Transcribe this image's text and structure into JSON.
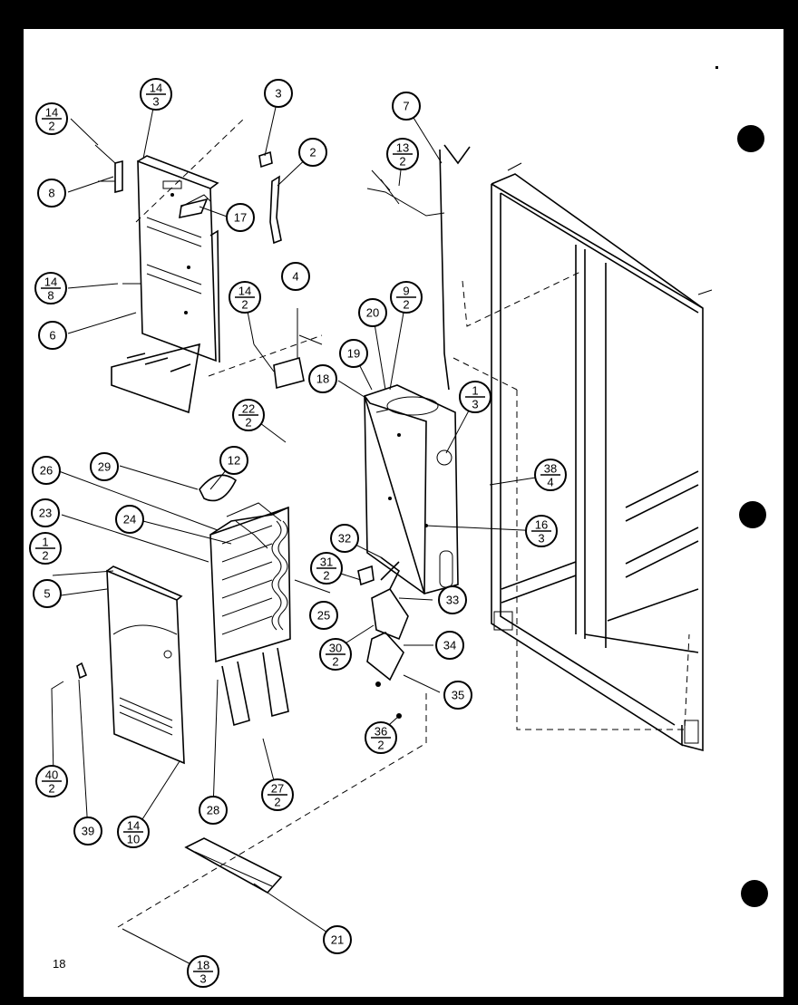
{
  "page_number": "18",
  "callouts": [
    {
      "id": "c-14-3",
      "top": "14",
      "bottom": "3"
    },
    {
      "id": "c-3",
      "top": "3"
    },
    {
      "id": "c-2",
      "top": "2"
    },
    {
      "id": "c-7",
      "top": "7"
    },
    {
      "id": "c-14-2a",
      "top": "14",
      "bottom": "2"
    },
    {
      "id": "c-13-2",
      "top": "13",
      "bottom": "2"
    },
    {
      "id": "c-8",
      "top": "8"
    },
    {
      "id": "c-17",
      "top": "17"
    },
    {
      "id": "c-14-8",
      "top": "14",
      "bottom": "8"
    },
    {
      "id": "c-4",
      "top": "4"
    },
    {
      "id": "c-14-2b",
      "top": "14",
      "bottom": "2"
    },
    {
      "id": "c-9-2",
      "top": "9",
      "bottom": "2"
    },
    {
      "id": "c-20",
      "top": "20"
    },
    {
      "id": "c-6",
      "top": "6"
    },
    {
      "id": "c-19",
      "top": "19"
    },
    {
      "id": "c-18",
      "top": "18"
    },
    {
      "id": "c-1-3",
      "top": "1",
      "bottom": "3"
    },
    {
      "id": "c-22-2",
      "top": "22",
      "bottom": "2"
    },
    {
      "id": "c-12",
      "top": "12"
    },
    {
      "id": "c-29",
      "top": "29"
    },
    {
      "id": "c-26",
      "top": "26"
    },
    {
      "id": "c-38-4",
      "top": "38",
      "bottom": "4"
    },
    {
      "id": "c-23",
      "top": "23"
    },
    {
      "id": "c-24",
      "top": "24"
    },
    {
      "id": "c-16-3",
      "top": "16",
      "bottom": "3"
    },
    {
      "id": "c-1-2",
      "top": "1",
      "bottom": "2"
    },
    {
      "id": "c-32",
      "top": "32"
    },
    {
      "id": "c-31-2",
      "top": "31",
      "bottom": "2"
    },
    {
      "id": "c-5",
      "top": "5"
    },
    {
      "id": "c-33",
      "top": "33"
    },
    {
      "id": "c-25",
      "top": "25"
    },
    {
      "id": "c-30-2",
      "top": "30",
      "bottom": "2"
    },
    {
      "id": "c-34",
      "top": "34"
    },
    {
      "id": "c-35",
      "top": "35"
    },
    {
      "id": "c-36-2",
      "top": "36",
      "bottom": "2"
    },
    {
      "id": "c-40-2",
      "top": "40",
      "bottom": "2"
    },
    {
      "id": "c-27-2",
      "top": "27",
      "bottom": "2"
    },
    {
      "id": "c-28",
      "top": "28"
    },
    {
      "id": "c-39",
      "top": "39"
    },
    {
      "id": "c-14-10",
      "top": "14",
      "bottom": "10"
    },
    {
      "id": "c-21",
      "top": "21"
    },
    {
      "id": "c-18-3",
      "top": "18",
      "bottom": "3"
    }
  ]
}
